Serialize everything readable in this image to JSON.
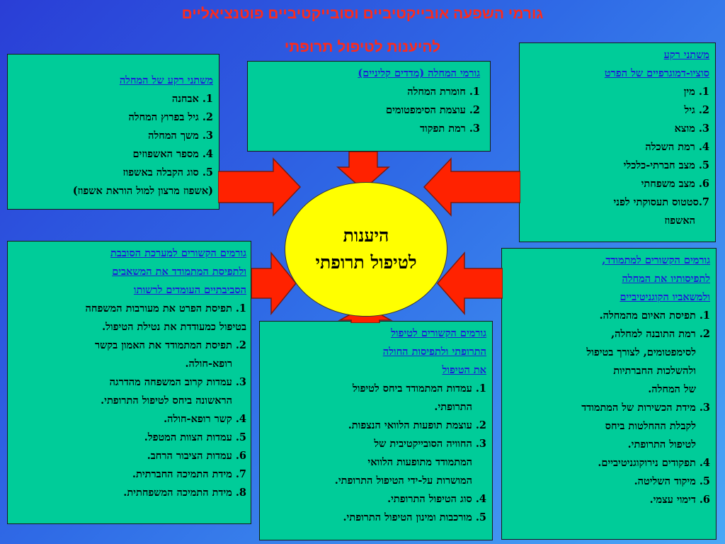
{
  "title": {
    "line1": "גורמי השפעה אובייקטיביים וסובייקטיביים פוטנציאליים",
    "line2": "להיענות לטיפול תרופתי"
  },
  "center": {
    "line1": "היענות",
    "line2": "לטיפול תרופתי"
  },
  "boxes": {
    "topright": {
      "head1": "משתני רקע",
      "head2": "סוציו-דמוגרפיים של הפרט",
      "items": [
        "1. מין",
        "2. גיל",
        "3. מוצא",
        "4. רמת השכלה",
        "5. מצב חברתי-כלכלי",
        "6. מצב משפחתי",
        "7.סטטוס תעסוקתי לפני",
        "האשפוז"
      ]
    },
    "topcenter": {
      "head": "גורמי המחלה (מדדים קליניים)",
      "items": [
        "1. חומרת המחלה",
        "2. עוצמת הסימפטומים",
        "3. רמת תפקוד"
      ]
    },
    "topleft": {
      "head": "משתני רקע של המחלה",
      "items": [
        "1. אבחנה",
        "2. גיל בפרוץ המחלה",
        "3. משך המחלה",
        "4. מספר האשפוזים",
        "5. סוג הקבלה באשפוז",
        "(אשפוז מרצון למול הוראת אשפוז)"
      ]
    },
    "bottomleft": {
      "head": [
        "גורמים הקשורים למערכת הסובבת",
        "ולתפיסת המתמודד את המשאבים",
        "הסביבתיים העומדים לרשותו"
      ],
      "items": [
        "1. תפיסת הפרט את מעורבות המשפחה",
        "בטיפול כמעודדת את נטילת הטיפול.",
        "2. תפיסת המתמודד את האמון בקשר",
        "רופא-חולה.",
        "3. עמדות קרוב המשפחה מהדרגה",
        "הראשונה ביחס לטיפול התרופתי.",
        "4. קשר רופא-חולה.",
        "5. עמדות הצוות המטפל.",
        "6. עמדות הציבור הרחב.",
        "7. מידת התמיכה החברתית.",
        "8. מידת התמיכה המשפחתית."
      ]
    },
    "bottomcenter": {
      "head": [
        "גורמים הקשורים לטיפול",
        "התרופתי ולתפיסות החולה",
        "את הטיפול"
      ],
      "items": [
        "1. עמדות המתמודד ביחס לטיפול",
        "התרופתי.",
        "2. עוצמת תופעות הלוואי הנצפות.",
        "3. החוויה הסובייקטיבית של",
        "המתמודד מתופעות הלוואי",
        "המושרות על-ידי הטיפול התרופתי.",
        "4. סוג הטיפול התרופתי.",
        "5. מורכבות ומינון הטיפול התרופתי."
      ]
    },
    "bottomright": {
      "head": [
        "גורמים הקשורים למתמודד,",
        "לתפיסותיו את המחלה",
        "ולמשאביו הקוגניטיביים"
      ],
      "items": [
        "1. תפיסת האיום מהמחלה.",
        "2. רמת התובנה למחלה,",
        "לסימפטומים, לצורך בטיפול",
        "ולהשלכות החברתיות",
        "של המחלה.",
        "3. מידת הכשירות של המתמודד",
        "לקבלת ההחלטות ביחס",
        "לטיפול התרופתי.",
        "4. תפקודים נירוקוגניטיביים.",
        "5. מיקוד השליטה.",
        "6. דימוי עצמי."
      ]
    }
  },
  "colors": {
    "background": "#2f6ae6",
    "title": "#ff2a1a",
    "box_fill": "#00cc99",
    "box_head": "#1b1bd8",
    "arrow": "#ff2200",
    "center_fill": "#ffff00"
  }
}
